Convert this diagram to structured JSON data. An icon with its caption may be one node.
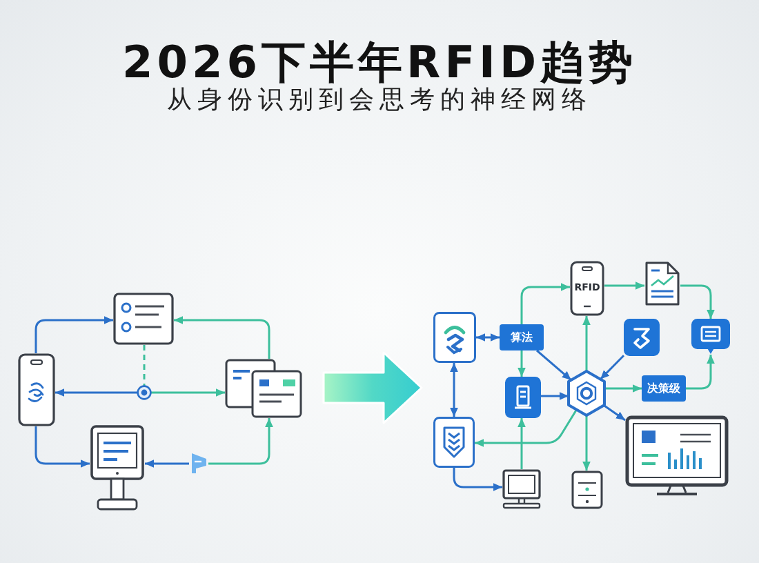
{
  "diagram": {
    "title": "2026下半年RFID趋势",
    "nodes": [
      {
        "text": [],
        "shape": "picture"
      },
      {
        "text": [],
        "shape": "picture"
      },
      {
        "text": [],
        "shape": "circle"
      },
      {
        "text": [],
        "shape": "picture"
      },
      {
        "text": [],
        "shape": "picture"
      },
      {
        "text": [],
        "shape": "picture"
      },
      {
        "text": [
          "RFID"
        ]
      },
      {
        "text": [],
        "shape": "picture"
      },
      {
        "text": [],
        "shape": "box"
      },
      {
        "text": [
          "算法"
        ]
      },
      {
        "text": [],
        "shape": "box"
      },
      {
        "text": [],
        "shape": "box"
      },
      {
        "text": [],
        "shape": "box"
      },
      {
        "text": [],
        "shape": "hexagon"
      },
      {
        "text": [
          "决策级"
        ]
      },
      {
        "text": [],
        "shape": "box"
      },
      {
        "text": [],
        "shape": "picture"
      },
      {
        "text": [],
        "shape": "picture"
      },
      {
        "text": [],
        "shape": "picture"
      }
    ],
    "edges": [
      {
        "from": 1,
        "to": 0,
        "arrow": "to",
        "color": "#2b70c9"
      },
      {
        "from": 3,
        "to": 0,
        "arrow": "to"
      },
      {
        "from": 0,
        "to": 2,
        "arrow": "none",
        "style": "dashed"
      },
      {
        "from": 2,
        "to": 1,
        "arrow": "to",
        "color": "#2b70c9"
      },
      {
        "from": 2,
        "to": 3,
        "arrow": "to"
      },
      {
        "from": 1,
        "to": 4,
        "arrow": "to",
        "color": "#2b70c9"
      },
      {
        "from": 5,
        "to": 4,
        "arrow": "to",
        "color": "#2b70c9"
      },
      {
        "from": 5,
        "to": 3,
        "arrow": "to"
      },
      {
        "from": 8,
        "to": 9,
        "arrow": "both",
        "color": "#2b70c9"
      },
      {
        "from": 9,
        "to": 6,
        "arrow": "to"
      },
      {
        "from": 9,
        "to": 12,
        "arrow": "to"
      },
      {
        "from": 9,
        "to": 13,
        "arrow": "to",
        "color": "#2b70c9"
      },
      {
        "from": 13,
        "to": 6,
        "arrow": "to"
      },
      {
        "from": 10,
        "to": 13,
        "arrow": "to",
        "color": "#2b70c9"
      },
      {
        "from": 6,
        "to": 7,
        "arrow": "to"
      },
      {
        "from": 7,
        "to": 11,
        "arrow": "to"
      },
      {
        "from": 14,
        "to": 11,
        "arrow": "to"
      },
      {
        "from": 13,
        "to": 14,
        "arrow": "to"
      },
      {
        "from": 12,
        "to": 13,
        "arrow": "to",
        "color": "#2b70c9"
      },
      {
        "from": 13,
        "to": 15,
        "arrow": "to"
      },
      {
        "from": 13,
        "to": 16,
        "arrow": "to",
        "color": "#2b70c9"
      },
      {
        "from": 13,
        "to": 18,
        "arrow": "to"
      },
      {
        "from": 15,
        "to": 8,
        "arrow": "both",
        "color": "#2b70c9"
      },
      {
        "from": 15,
        "to": 17,
        "arrow": "to",
        "color": "#2b70c9"
      },
      {
        "from": 17,
        "to": 12,
        "arrow": "to"
      }
    ],
    "labels": [
      "从身份识别到会思考的神经网络"
    ]
  }
}
